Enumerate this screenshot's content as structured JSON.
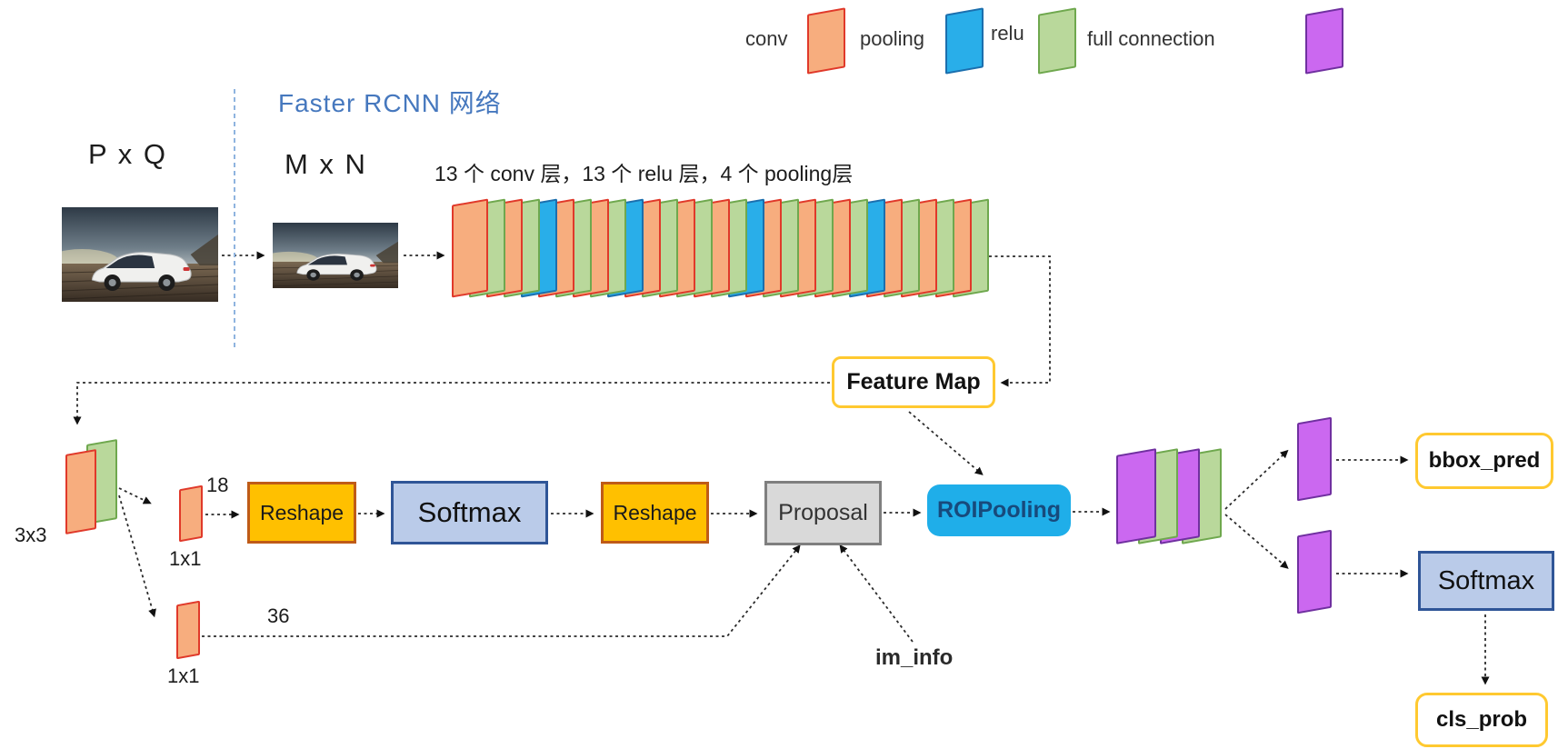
{
  "legend": {
    "conv": "conv",
    "pooling": "pooling",
    "relu": "relu",
    "full_connection": "full connection"
  },
  "title": "Faster RCNN 网络",
  "io": {
    "input_size": "P x Q",
    "resized_size": "M x N"
  },
  "backbone_note": "13 个 conv 层，13 个 relu 层，4 个 pooling层",
  "rpn": {
    "kernel_3x3": "3x3",
    "kernel_1x1_cls": "1x1",
    "kernel_1x1_reg": "1x1",
    "channels_cls": "18",
    "channels_reg": "36",
    "reshape1": "Reshape",
    "softmax": "Softmax",
    "reshape2": "Reshape",
    "proposal": "Proposal",
    "im_info": "im_info"
  },
  "head": {
    "feature_map": "Feature Map",
    "roi_pooling": "ROIPooling",
    "bbox_pred": "bbox_pred",
    "softmax": "Softmax",
    "cls_prob": "cls_prob"
  },
  "colors": {
    "conv_fill": "#F7AD7E",
    "conv_border": "#E0392A",
    "relu_fill": "#B9D89B",
    "relu_border": "#6FA84E",
    "pool_fill": "#29AEE9",
    "pool_border": "#1B6FAE",
    "fc_fill": "#CB68F0",
    "fc_border": "#7030A0",
    "accent_gold": "#FFC930",
    "title_blue": "#4678BE"
  },
  "stacks": {
    "backbone_seq": [
      "conv",
      "relu",
      "conv",
      "relu",
      "pool",
      "conv",
      "relu",
      "conv",
      "relu",
      "pool",
      "conv",
      "relu",
      "conv",
      "relu",
      "conv",
      "relu",
      "pool",
      "conv",
      "relu",
      "conv",
      "relu",
      "conv",
      "relu",
      "pool",
      "conv",
      "relu",
      "conv",
      "relu",
      "conv",
      "relu"
    ],
    "head_seq": [
      "fc",
      "relu",
      "fc",
      "relu"
    ]
  }
}
